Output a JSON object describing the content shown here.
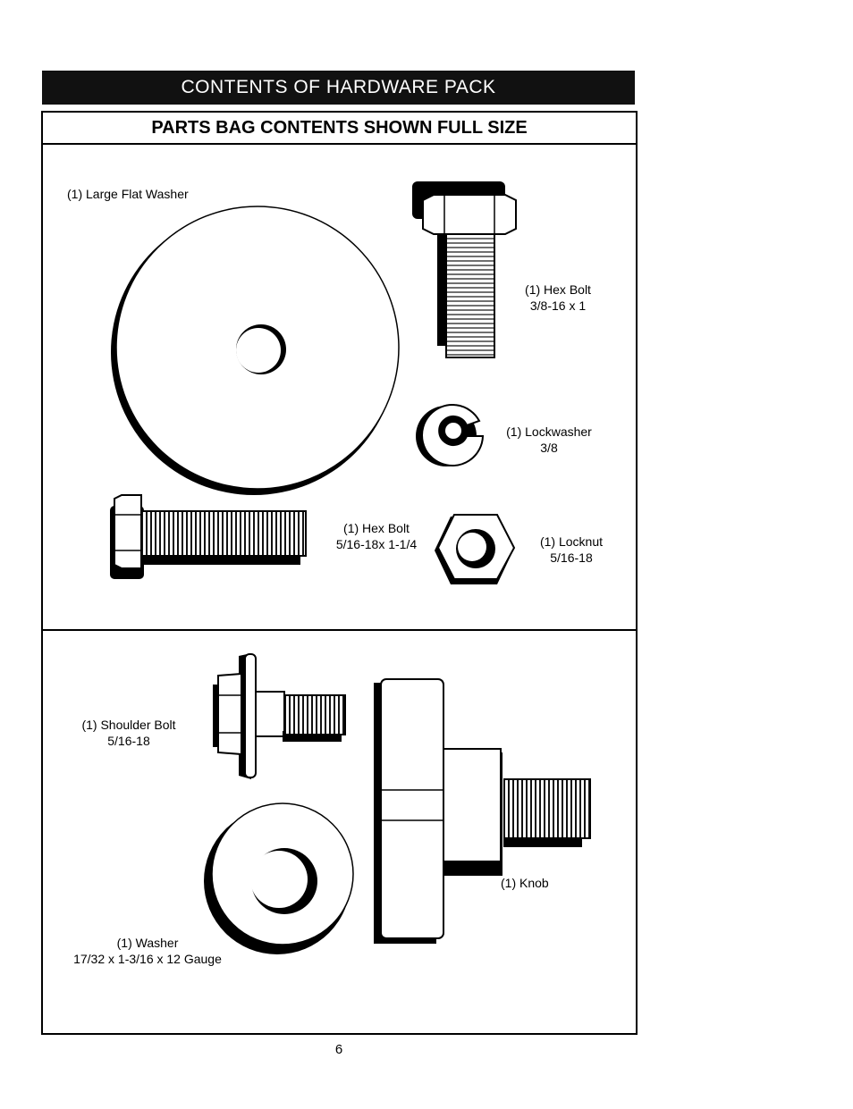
{
  "header": {
    "banner_title": "CONTENTS OF HARDWARE PACK",
    "section_title": "PARTS BAG CONTENTS SHOWN FULL SIZE"
  },
  "parts": {
    "large_flat_washer": {
      "label": "(1) Large Flat Washer"
    },
    "hex_bolt_large": {
      "label": "(1) Hex Bolt",
      "size": "3/8-16 x 1"
    },
    "lockwasher": {
      "label": "(1) Lockwasher",
      "size": "3/8"
    },
    "hex_bolt_small": {
      "label": "(1) Hex Bolt",
      "size": "5/16-18x 1-1/4"
    },
    "locknut": {
      "label": "(1) Locknut",
      "size": "5/16-18"
    },
    "shoulder_bolt": {
      "label": "(1) Shoulder Bolt",
      "size": "5/16-18"
    },
    "knob": {
      "label": "(1) Knob"
    },
    "washer": {
      "label": "(1) Washer",
      "size": "17/32 x 1-3/16 x 12 Gauge"
    }
  },
  "footer": {
    "page_number": "6"
  }
}
